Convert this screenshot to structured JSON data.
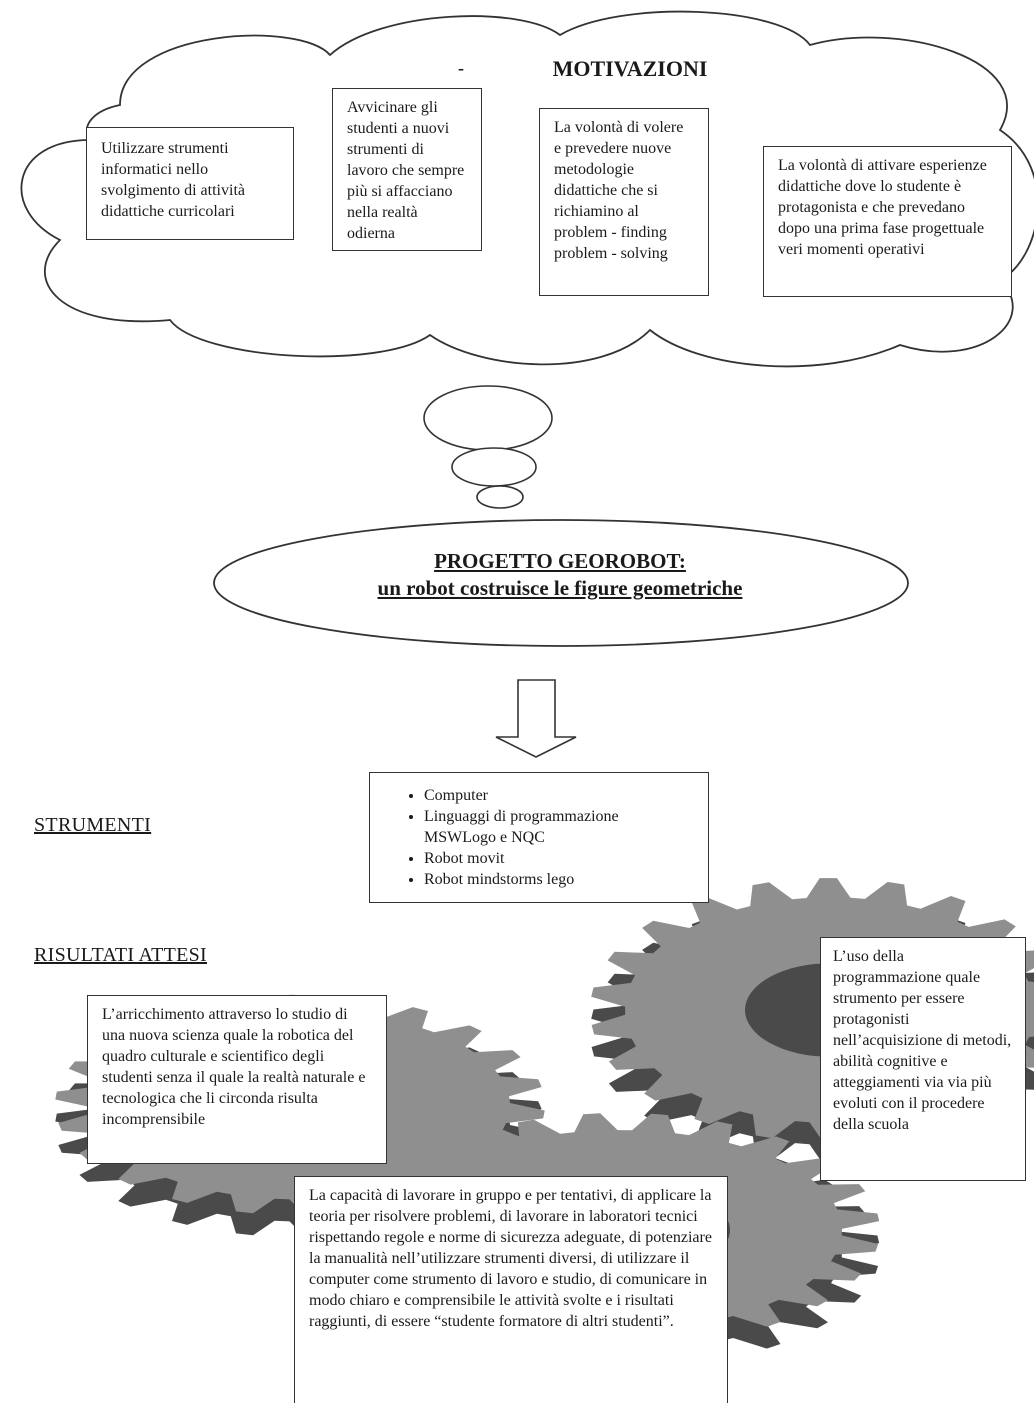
{
  "motivations": {
    "dash": "-",
    "title": "MOTIVAZIONI",
    "items": [
      "Utilizzare strumenti informatici nello svolgimento di attività didattiche curricolari",
      "Avvicinare gli studenti a nuovi strumenti di lavoro che sempre più si affacciano nella realtà odierna",
      "La volontà di volere e prevedere nuove metodologie didattiche che si richiamino al problem - finding problem - solving",
      "La volontà di attivare esperienze didattiche dove lo studente è protagonista e che prevedano dopo una prima fase progettuale veri momenti operativi"
    ]
  },
  "project": {
    "title": "PROGETTO GEOROBOT:",
    "subtitle": "un robot costruisce le figure geometriche"
  },
  "tools": {
    "heading": "STRUMENTI",
    "items": [
      "Computer",
      "Linguaggi di programmazione MSWLogo e NQC",
      "Robot movit",
      "Robot mindstorms lego"
    ]
  },
  "results": {
    "heading": "RISULTATI ATTESI",
    "items": [
      "L’arricchimento attraverso lo studio di una nuova scienza quale la robotica del quadro culturale e scientifico degli studenti senza il quale la realtà naturale e tecnologica che li circonda risulta incomprensibile",
      "L’uso della programmazione quale strumento per essere protagonisti nell’acquisizione di metodi, abilità cognitive e atteggiamenti via via più evoluti con il procedere della scuola",
      "La capacità di lavorare in gruppo e per tentativi, di applicare la teoria per risolvere problemi, di lavorare in laboratori tecnici rispettando regole e  norme di sicurezza adeguate, di potenziare la manualità nell’utilizzare strumenti diversi, di utilizzare il computer come strumento di lavoro e studio, di comunicare in modo chiaro e comprensibile le attività svolte e i risultati raggiunti, di essere “studente formatore di altri studenti”."
    ]
  },
  "colors": {
    "gear_top": "#8f8f8f",
    "gear_side": "#4a4a4a",
    "stroke": "#333333"
  }
}
